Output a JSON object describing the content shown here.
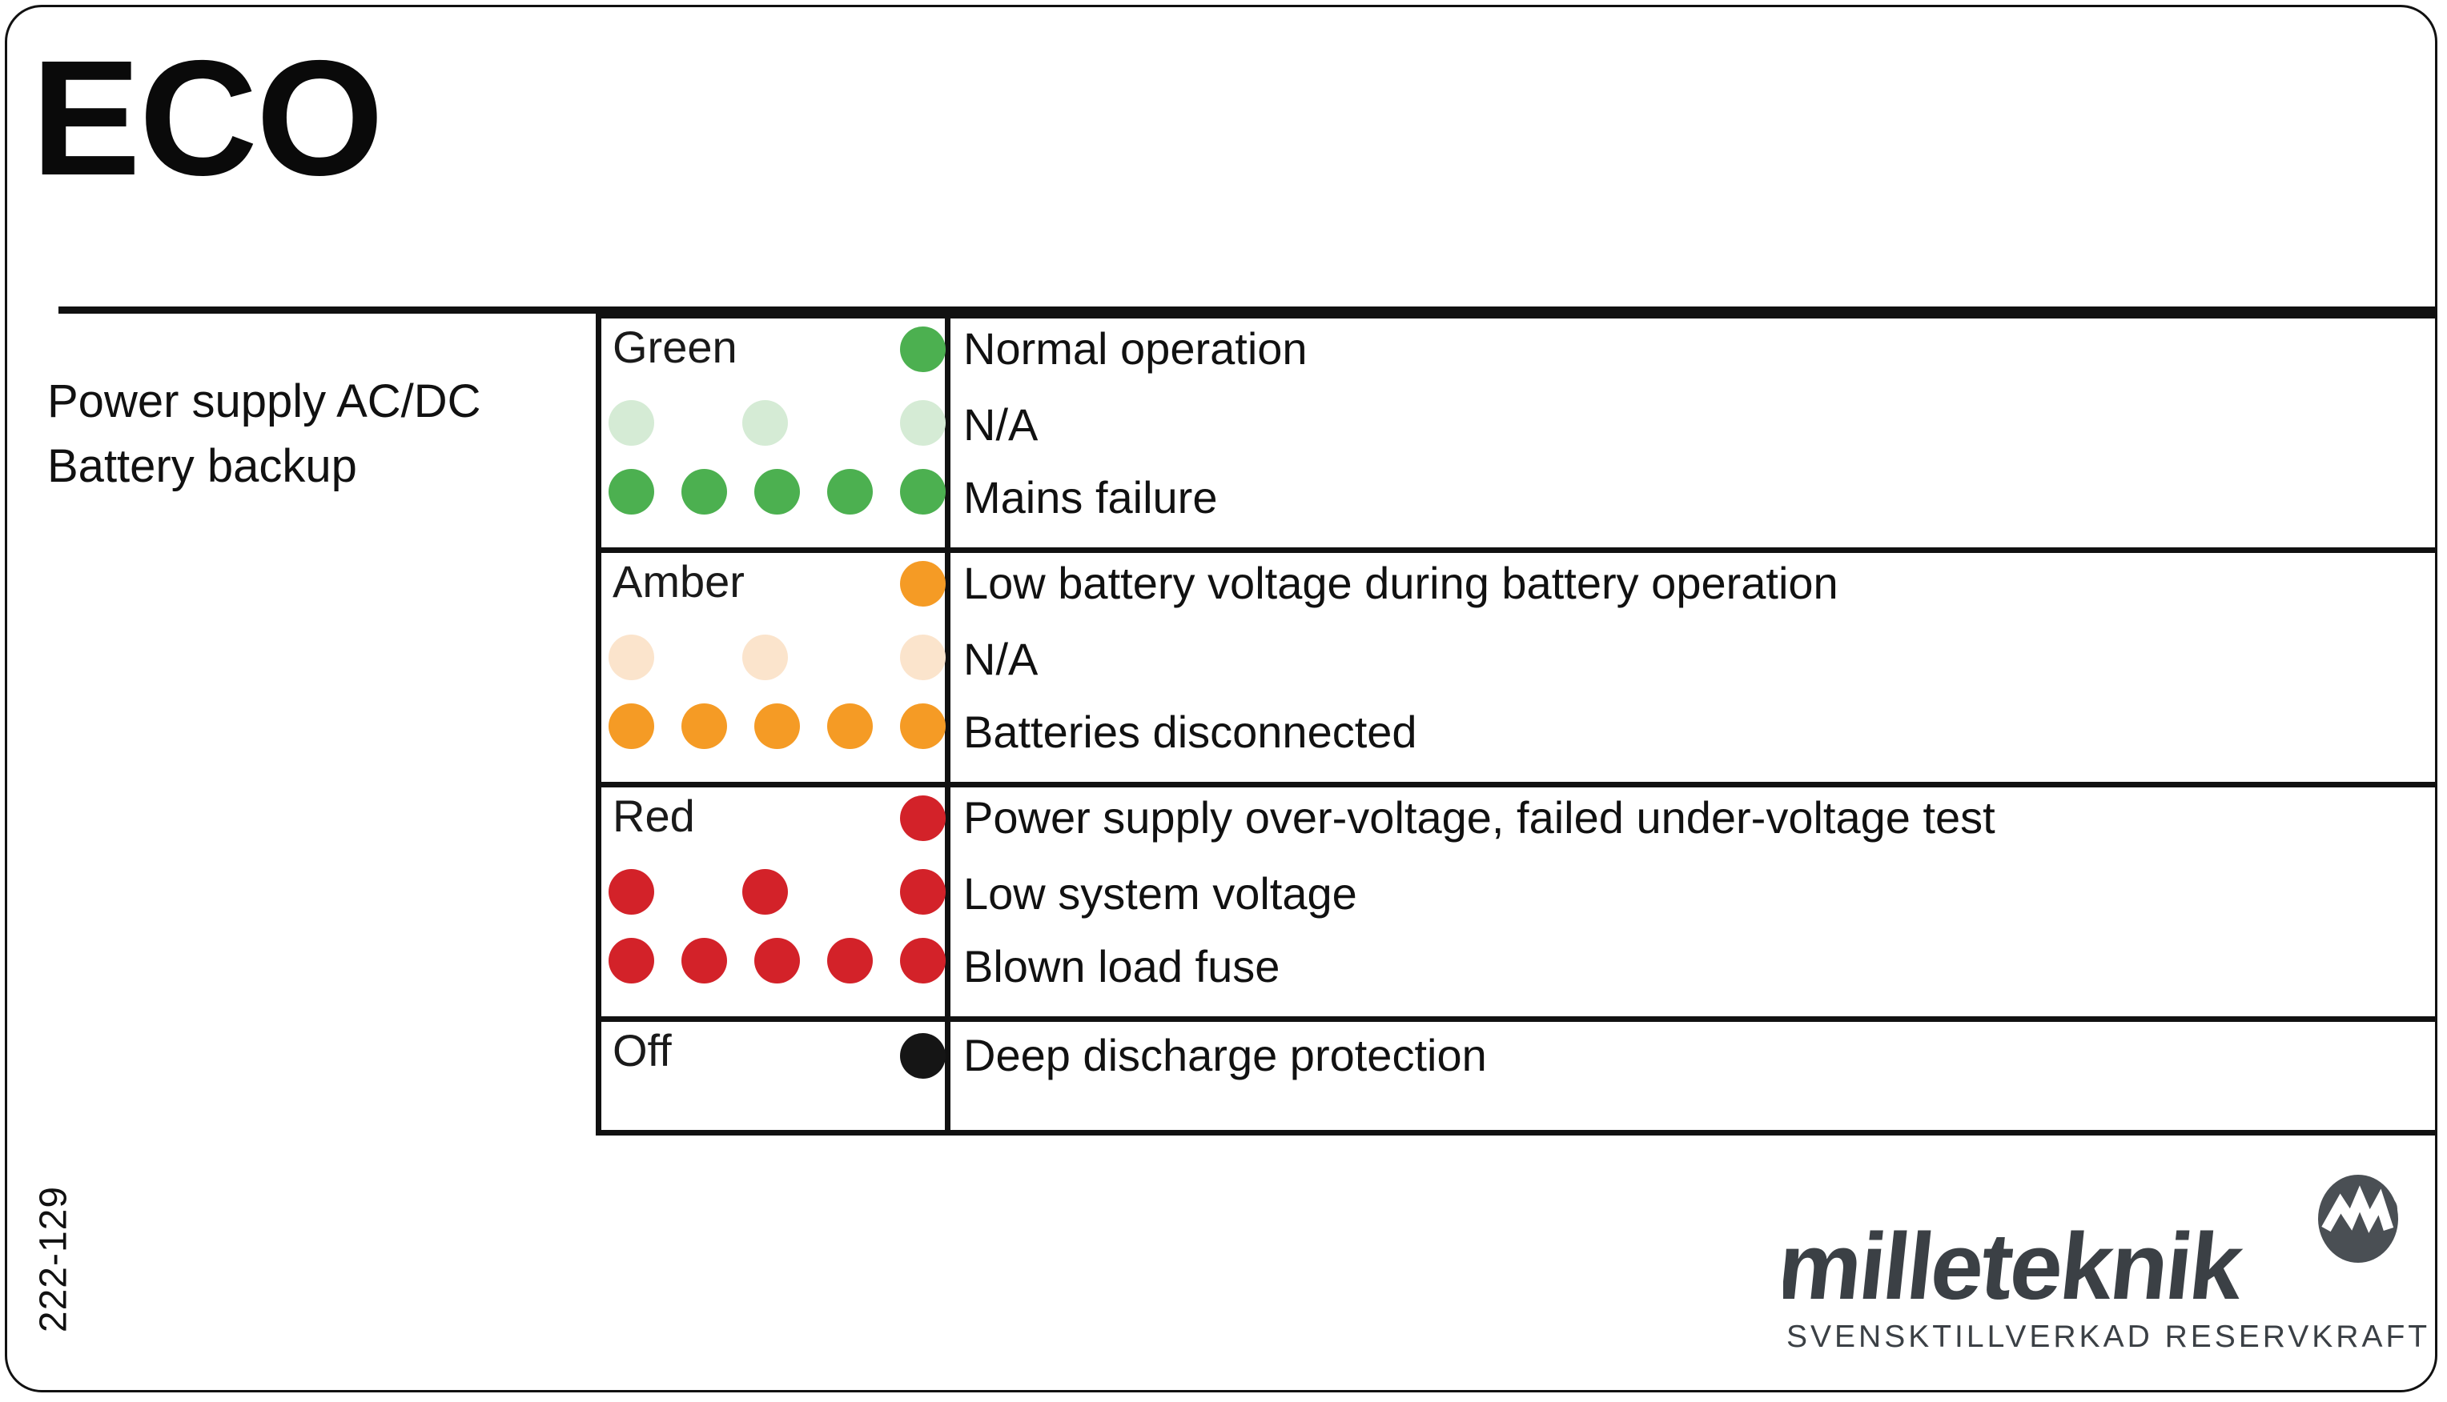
{
  "label": {
    "title": "ECO",
    "subtitle_lines": [
      "Power supply AC/DC",
      "Battery backup"
    ],
    "article_code": "222-129"
  },
  "colors": {
    "green": "#4CB050",
    "green_pale": "#D5EBD5",
    "amber": "#F59B25",
    "amber_pale": "#FBE4CC",
    "red": "#D32229",
    "off": "#151515",
    "border": "#111111",
    "logo": "#3b4045"
  },
  "table": {
    "rows": [
      {
        "color_name": "Green",
        "led_color": "#4CB050",
        "led_color_dim": "#D5EBD5",
        "patterns": [
          {
            "name": "steady",
            "dots": 1,
            "dim": false
          },
          {
            "name": "slow-flash",
            "dots": 3,
            "dim": true
          },
          {
            "name": "fast-flash",
            "dots": 5,
            "dim": false
          }
        ],
        "descriptions": [
          "Normal operation",
          "N/A",
          "Mains failure"
        ]
      },
      {
        "color_name": "Amber",
        "led_color": "#F59B25",
        "led_color_dim": "#FBE4CC",
        "patterns": [
          {
            "name": "steady",
            "dots": 1,
            "dim": false
          },
          {
            "name": "slow-flash",
            "dots": 3,
            "dim": true
          },
          {
            "name": "fast-flash",
            "dots": 5,
            "dim": false
          }
        ],
        "descriptions": [
          "Low battery voltage during battery operation",
          "N/A",
          "Batteries disconnected"
        ]
      },
      {
        "color_name": "Red",
        "led_color": "#D32229",
        "led_color_dim": "#D32229",
        "patterns": [
          {
            "name": "steady",
            "dots": 1,
            "dim": false
          },
          {
            "name": "slow-flash",
            "dots": 3,
            "dim": false
          },
          {
            "name": "fast-flash",
            "dots": 5,
            "dim": false
          }
        ],
        "descriptions": [
          "Power supply over-voltage, failed under-voltage test",
          "Low system voltage",
          "Blown load fuse"
        ]
      },
      {
        "color_name": "Off",
        "led_color": "#151515",
        "led_color_dim": "#151515",
        "patterns": [
          {
            "name": "steady",
            "dots": 1,
            "dim": false
          }
        ],
        "descriptions": [
          "Deep discharge protection"
        ]
      }
    ]
  },
  "logo": {
    "wordmark": "milleteknik",
    "tagline": "SVENSKTILLVERKAD RESERVKRAFT",
    "badge_icon": "lightning-m-badge-icon"
  }
}
